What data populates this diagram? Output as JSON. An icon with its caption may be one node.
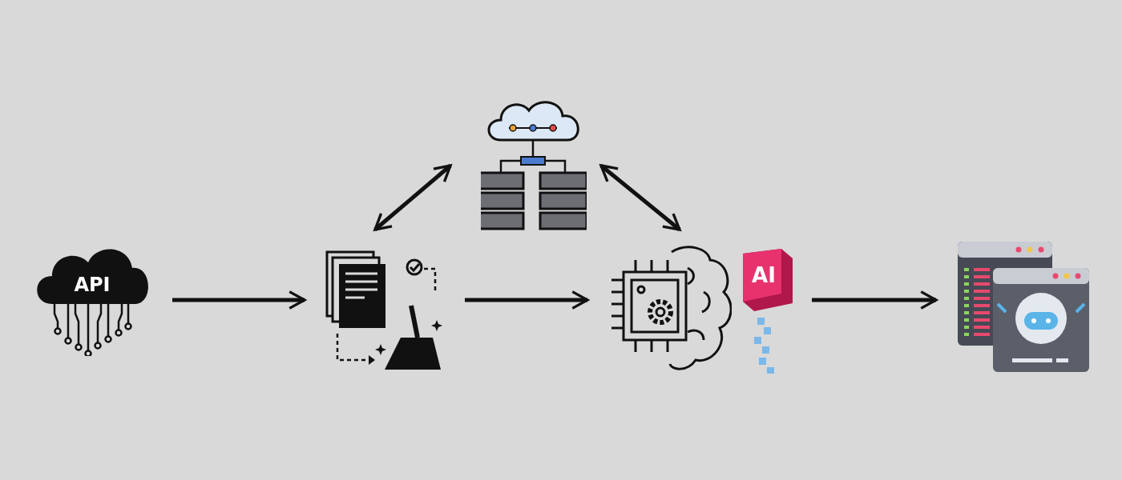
{
  "diagram": {
    "nodes": [
      {
        "text": [
          "API"
        ]
      },
      {
        "text": [],
        "shape": "picture"
      },
      {
        "text": [],
        "shape": "picture"
      },
      {
        "text": [],
        "shape": "picture",
        "beside": [
          "AI"
        ]
      },
      {
        "text": [],
        "shape": "picture"
      }
    ],
    "edges": [
      {
        "from": 0,
        "to": 1,
        "arrow": "to"
      },
      {
        "from": 1,
        "to": 3,
        "arrow": "to"
      },
      {
        "from": 3,
        "to": 4,
        "arrow": "to"
      },
      {
        "from": 1,
        "to": 2,
        "arrow": "both"
      },
      {
        "from": 2,
        "to": 3,
        "arrow": "both"
      }
    ]
  }
}
